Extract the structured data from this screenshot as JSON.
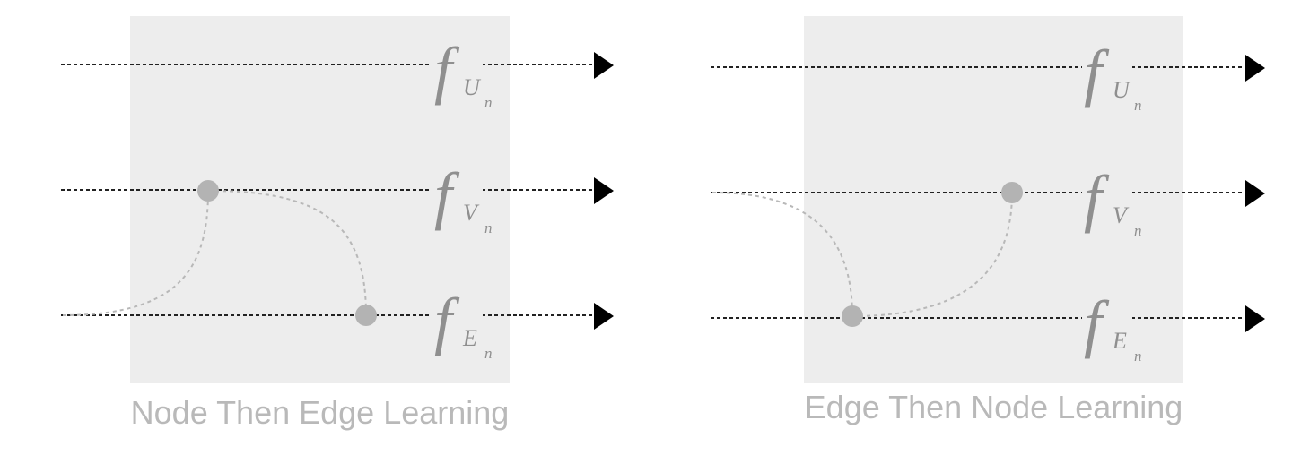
{
  "panels": [
    {
      "caption": "Node Then Edge Learning",
      "rows": [
        {
          "func": "f",
          "sub": "U",
          "subsub": "n"
        },
        {
          "func": "f",
          "sub": "V",
          "subsub": "n"
        },
        {
          "func": "f",
          "sub": "E",
          "subsub": "n"
        }
      ]
    },
    {
      "caption": "Edge Then Node Learning",
      "rows": [
        {
          "func": "f",
          "sub": "U",
          "subsub": "n"
        },
        {
          "func": "f",
          "sub": "V",
          "subsub": "n"
        },
        {
          "func": "f",
          "sub": "E",
          "subsub": "n"
        }
      ]
    }
  ],
  "colors": {
    "panel_bg": "#ededed",
    "node": "#b3b3b3",
    "curve": "#b8b8b8",
    "line": "#222222",
    "func_text": "#8f8f8f",
    "caption": "#b9b9b9"
  }
}
